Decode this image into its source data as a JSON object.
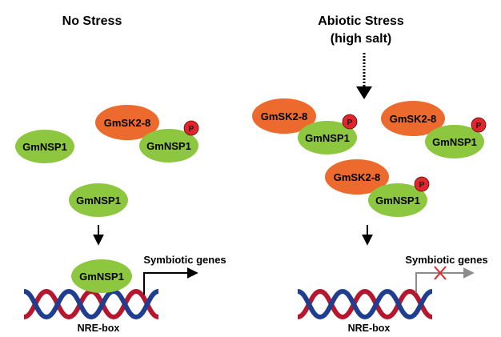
{
  "left_panel": {
    "title": "No Stress",
    "nsp1_free_label": "GmNSP1",
    "sk2_label": "GmSK2-8",
    "nsp1_bound_label": "GmNSP1",
    "phospho_label": "P",
    "nsp1_mid_label": "GmNSP1",
    "nsp1_dna_label": "GmNSP1",
    "genes_label": "Symbiotic genes",
    "nre_label": "NRE-box"
  },
  "right_panel": {
    "title_line1": "Abiotic Stress",
    "title_line2": "(high salt)",
    "complexes": [
      {
        "sk2_label": "GmSK2-8",
        "nsp1_label": "GmNSP1",
        "phospho_label": "P"
      },
      {
        "sk2_label": "GmSK2-8",
        "nsp1_label": "GmNSP1",
        "phospho_label": "P"
      },
      {
        "sk2_label": "GmSK2-8",
        "nsp1_label": "GmNSP1",
        "phospho_label": "P"
      }
    ],
    "genes_label": "Symbiotic genes",
    "nre_label": "NRE-box"
  },
  "colors": {
    "nsp1": "#8dc63f",
    "sk2": "#ec6a2e",
    "phospho": "#e0262c",
    "dna_red": "#b5172e",
    "dna_blue": "#1f3e8f",
    "arrow_active": "#000000",
    "arrow_blocked": "#8c8c8c",
    "block_x": "#e0262c"
  }
}
